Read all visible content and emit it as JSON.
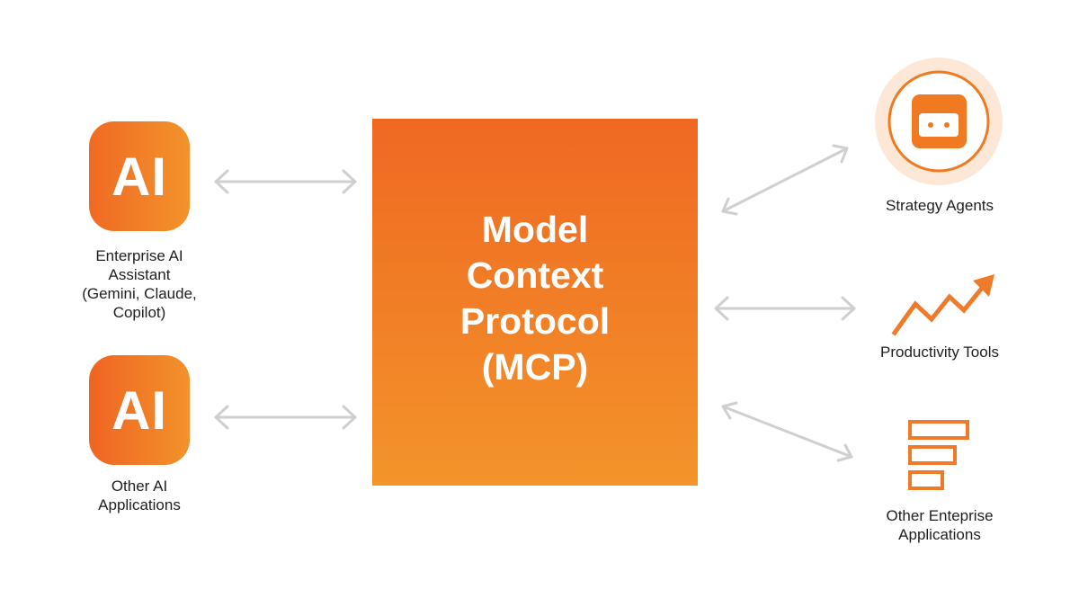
{
  "left_nodes": [
    {
      "icon_text": "AI",
      "label_lines": [
        "Enterprise AI",
        "Assistant",
        "(Gemini, Claude,",
        "Copilot)"
      ]
    },
    {
      "icon_text": "AI",
      "label_lines": [
        "Other AI",
        "Applications"
      ]
    }
  ],
  "center": {
    "title_lines": [
      "Model",
      "Context",
      "Protocol",
      "(MCP)"
    ]
  },
  "right_nodes": [
    {
      "icon": "robot-face-icon",
      "label_lines": [
        "Strategy Agents"
      ]
    },
    {
      "icon": "trending-up-arrow-icon",
      "label_lines": [
        "Productivity Tools"
      ]
    },
    {
      "icon": "stacked-bars-icon",
      "label_lines": [
        "Other Enteprise",
        "Applications"
      ]
    }
  ],
  "colors": {
    "accent_orange": "#ef6a24",
    "accent_light_orange": "#f3942a",
    "arrow_gray": "#cfcfcf",
    "halo": "#fde7d6"
  }
}
